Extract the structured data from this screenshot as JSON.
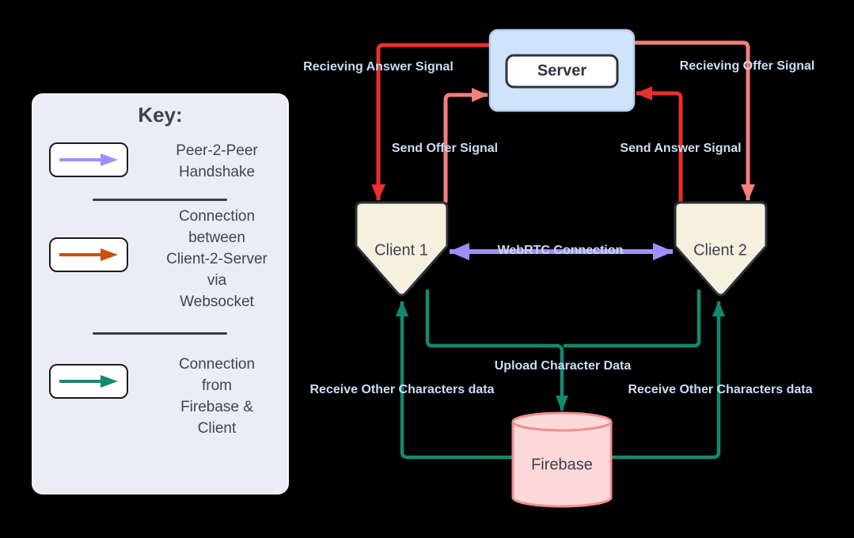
{
  "colors": {
    "red": "#e92f2f",
    "salmon": "#f57e7e",
    "purple": "#a08ffa",
    "teal": "#128a72",
    "orange": "#c8500c",
    "edge_label_text": "#cbddf5",
    "node_text": "#3d4150",
    "key_bg": "#ececf7",
    "key_text": "#42434d",
    "server_fill": "#cfe3fb",
    "server_stroke": "#b5cef2",
    "server_inner_fill": "#ffffff",
    "server_inner_stroke": "#33333d",
    "client_fill": "#f6f1de",
    "client_stroke": "#2f3038",
    "firebase_fill": "#fdd8d8",
    "firebase_stroke": "#ef8f8f"
  },
  "key": {
    "title": "Key:",
    "entries": [
      {
        "label": "Peer-2-Peer\nHandshake"
      },
      {
        "label": "Connection\nbetween\nClient-2-Server\nvia\nWebsocket"
      },
      {
        "label": "Connection\nfrom\nFirebase &\nClient"
      }
    ]
  },
  "nodes": {
    "server": "Server",
    "client1": "Client 1",
    "client2": "Client 2",
    "firebase": "Firebase"
  },
  "edges": {
    "receiving_answer": "Recieving Answer Signal",
    "send_offer": "Send Offer Signal",
    "send_answer": "Send Answer Signal",
    "receiving_offer": "Recieving Offer Signal",
    "webrtc": "WebRTC Connection",
    "upload": "Upload Character Data",
    "receive_left": "Receive Other Characters data",
    "receive_right": "Receive Other Characters data"
  }
}
